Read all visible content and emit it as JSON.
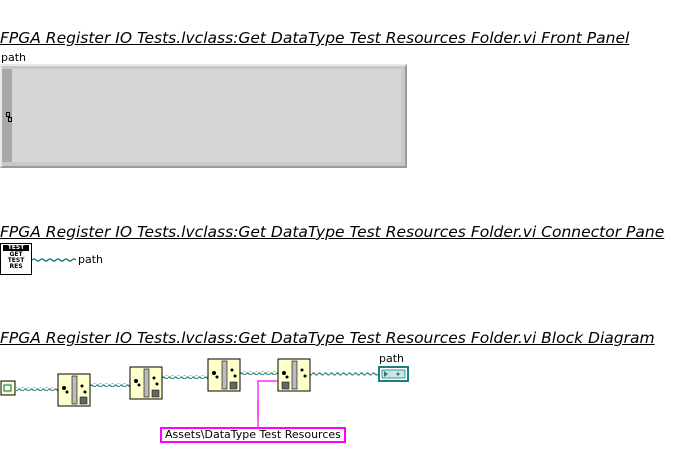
{
  "headings": {
    "front_panel": "FPGA Register IO Tests.lvclass:Get DataType Test Resources Folder.vi Front Panel",
    "connector_pane": "FPGA Register IO Tests.lvclass:Get DataType Test Resources Folder.vi Connector Pane",
    "block_diagram": "FPGA Register IO Tests.lvclass:Get DataType Test Resources Folder.vi Block Diagram"
  },
  "front_panel": {
    "path_label": "path"
  },
  "connector_pane": {
    "icon_lines": [
      "TEST",
      "GET",
      "TEST",
      "RES"
    ],
    "terminal_label": "path"
  },
  "block_diagram": {
    "path_indicator_label": "path",
    "string_constant": "Assets\\DataType Test Resources"
  },
  "colors": {
    "wire_path": "#1f7f7f",
    "wire_string": "#ff00ff",
    "subvi_fill": "#ffffcc",
    "control_bg": "#d6d6d6"
  }
}
